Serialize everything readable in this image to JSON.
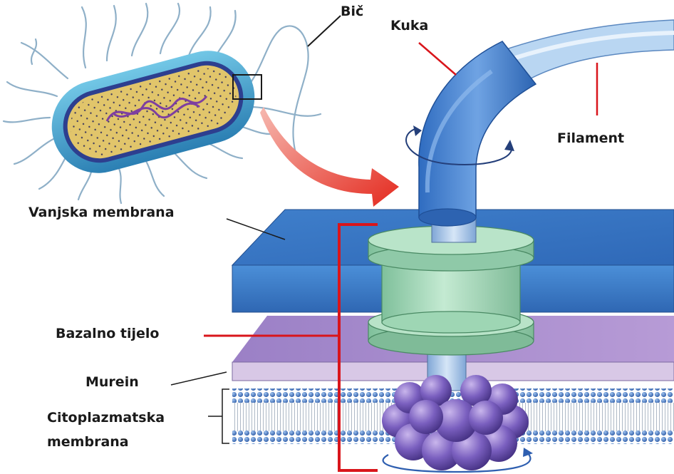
{
  "labels": {
    "bic": "Bič",
    "kuka": "Kuka",
    "filament": "Filament",
    "vanjska_membrana": "Vanjska membrana",
    "bazalno_tijelo": "Bazalno tijelo",
    "murein": "Murein",
    "citoplazmatska_line1": "Citoplazmatska",
    "citoplazmatska_line2": "membrana"
  },
  "colors": {
    "outer_membrane": "#3f7fcb",
    "murein_layer": "#a58bc4",
    "basal_ring": "#9ed6b4",
    "motor_proteins": "#7a5fbf",
    "hook": "#4d86d1",
    "filament": "#9cc3ea",
    "pointer_red": "#d9151b",
    "bacterium_cytoplasm": "#e1c56b"
  }
}
